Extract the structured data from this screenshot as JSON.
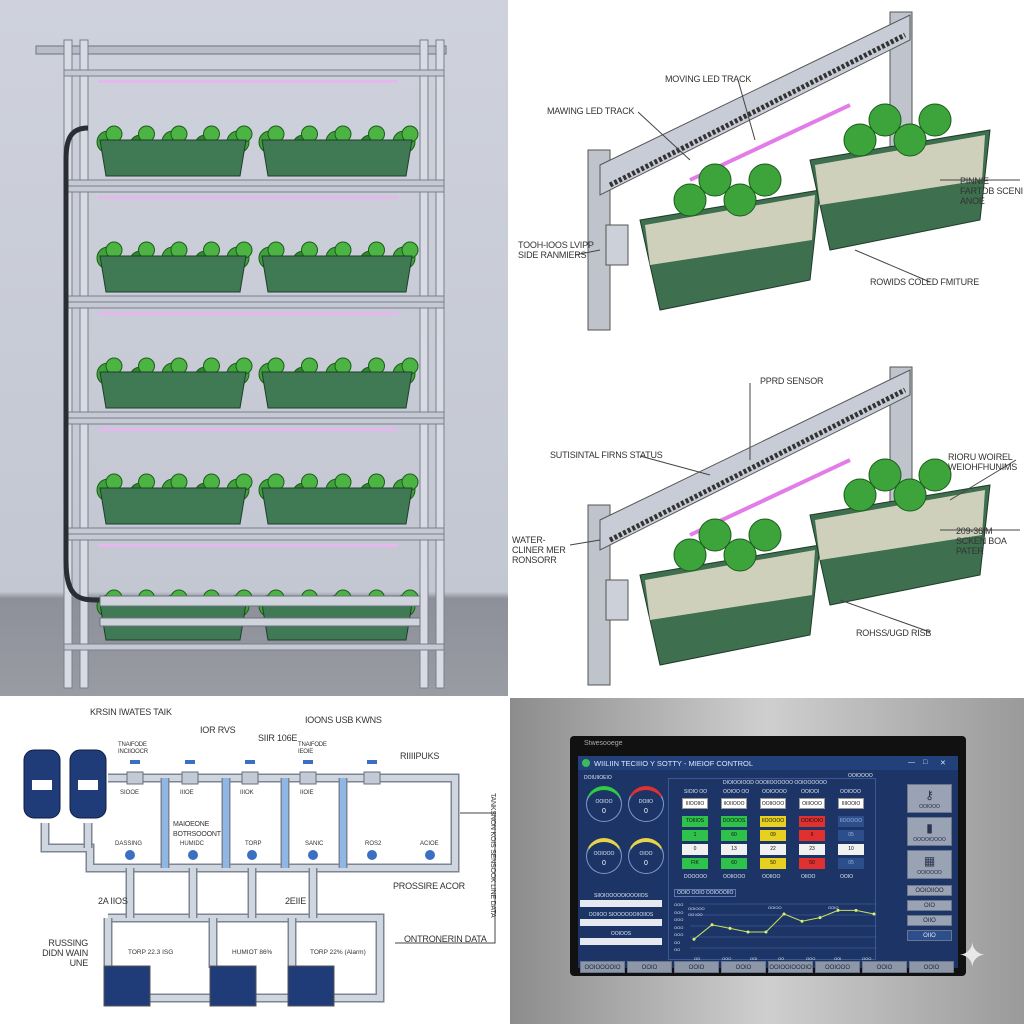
{
  "rack_panel": {
    "tiers": 5,
    "trays_per_tier": 2
  },
  "led_track_panel": {
    "labels": {
      "top": "MOVING LED TRACK",
      "left_top": "MAWING LED TRACK",
      "left": "TOOH-IOOS LVIPP SIDE RANMIERS",
      "right": "PINNIE FARTDB SCENI ANOE",
      "bottom": "ROWIDS COLED FMITURE"
    }
  },
  "sensor_panel": {
    "labels": {
      "top": "PPRD SENSOR",
      "left_top": "SUTISINTAL FIRNS STATUS",
      "right_top": "RIORU WOIREL WEIOHFHUNIMS",
      "left": "WATER-CLINER MER RONSORR",
      "right": "209-36IM SCKEN BOA PATER",
      "bottom": "ROHSS/UGD RISB"
    }
  },
  "plumbing_panel": {
    "labels": {
      "tank": "KRSIN IWATES TAIK",
      "valves1": "IOR RVS",
      "valves2": "IOONS USB KWNS",
      "valve3": "SIIR 106E",
      "valve_a": "TNAIFODE INCIIOOCR",
      "valve_b": "TNAIFODE IEOIE",
      "pumps": "RIIIIPUKS",
      "mid": "MAIOEONE BOTRSOOONT",
      "pressure": "PROSSIRE ACOR",
      "left_run": "2A IIOS",
      "mid_run": "2EIIE",
      "drain": "RUSSING DIDN WAIN UNE",
      "env": "ONTRONERIN DATA",
      "vertical": "TANKSNON KOIS SENSOOK LINE DATA"
    },
    "top_valve_labels": [
      "SIOOE",
      "IIIOE",
      "IIIOK",
      "IIOIE"
    ],
    "sensor_labels": [
      "DASSING",
      "HUMIDC",
      "TORP",
      "SANIC",
      "ROS2",
      "ACIOE"
    ],
    "unit_labels": [
      "TORP 22.3 ISG",
      "HUMIOT 86%",
      "TORP 22% (Alarm)"
    ]
  },
  "dashboard": {
    "brand": "Stwesooege",
    "title": "WIILIIN TECIIIO Y SOTTY - MIEIOF CONTROL",
    "window_controls": [
      "—",
      "□",
      "✕"
    ],
    "gauge_header": "DOIUIIOEIO",
    "gauges": [
      {
        "label": "OOIOO",
        "value": "0",
        "color": "#2ecc40"
      },
      {
        "label": "DOIIO",
        "value": "0",
        "color": "#e03030"
      },
      {
        "label": "OOIOOO",
        "value": "0",
        "color": "#e8d34a"
      },
      {
        "label": "OIOO",
        "value": "0",
        "color": "#e8d34a"
      }
    ],
    "fields": [
      {
        "label": "SIIOIOOOOOIOOOIIOS"
      },
      {
        "label": "OOIIOO SIOOOOOOIIOIIOS"
      },
      {
        "label": "OOIOOS"
      }
    ],
    "table_header": "DIOIOOIOOD OOOIIOOOOOO OOIOOOOOO",
    "top_right": "OOIOOOO",
    "columns": [
      {
        "head": "SIOIO OO",
        "chip": "IIIOOIIO",
        "color": "#2ec24a",
        "values": [
          "TOIIIOS",
          "1",
          "0",
          "FIK"
        ],
        "foot": "DOOOOO"
      },
      {
        "head": "OOIOO OO",
        "chip": "IIOIIOOO",
        "color": "#2ec24a",
        "values": [
          "DOOOOS",
          "60",
          "13",
          "60"
        ],
        "foot": "OOIIOOO"
      },
      {
        "head": "OOIOOOO",
        "chip": "OOIIOOO",
        "color": "#e8d020",
        "values": [
          "IIOOOOO",
          "09",
          "22",
          "50"
        ],
        "foot": "OOIIOO"
      },
      {
        "head": "OOIOOI",
        "chip": "OIIIOOO",
        "color": "#e03030",
        "values": [
          "OOIOOIO",
          "6",
          "23",
          "50"
        ],
        "foot": "OIIOO"
      },
      {
        "head": "OOIOOO",
        "chip": "IIIIOOIO",
        "color": "#2c4f8c",
        "values": [
          "IIOOOOO",
          "05",
          "10",
          "05"
        ],
        "foot": "OOIO"
      }
    ],
    "chart": {
      "title": "OOIO OOIO OOIOOOIIO",
      "legend": [
        "OOIOOO",
        "OO IOO"
      ],
      "markers": [
        "OOIOO",
        "OOIO"
      ],
      "y_ticks": [
        "OOO",
        "OOO",
        "OOO",
        "OOO",
        "OOO",
        "OO",
        "OO"
      ],
      "x_ticks": [
        "OO",
        "OOO",
        "OOI",
        "OO",
        "OOO",
        "OOI",
        "OOO"
      ],
      "values": [
        3,
        7,
        6,
        5,
        5,
        10,
        8,
        9,
        11,
        11,
        10
      ]
    },
    "side_buttons": [
      {
        "icon": "key-icon",
        "label": "OOIOOO"
      },
      {
        "icon": "device-icon",
        "label": "OOOOIOOOO"
      },
      {
        "icon": "grid-icon",
        "label": "OOIOOOO"
      }
    ],
    "side_small": [
      "OOIOIIOO",
      "OIO",
      "OIIO",
      "OIIO"
    ],
    "bottom_buttons": [
      "OOIOOOOIO",
      "OOIO",
      "OOIO",
      "OOIO",
      "OOIOOIOOOIO",
      "OOIOOO",
      "OOIO",
      "OOIO"
    ]
  }
}
